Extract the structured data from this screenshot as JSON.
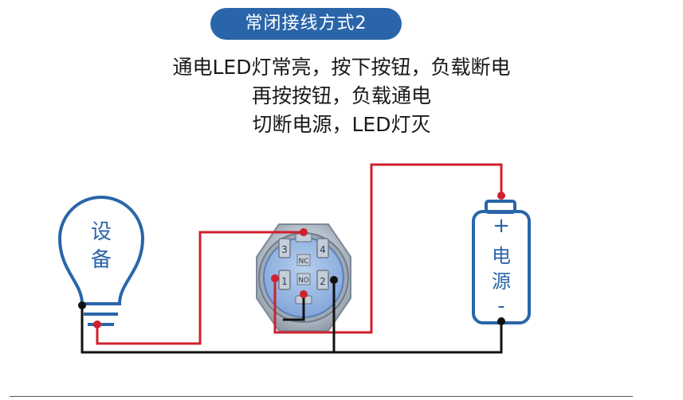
{
  "title": "常闭接线方式2",
  "description": [
    "通电LED灯常亮，按下按钮，负载断电",
    "再按按钮，负载通电",
    "切断电源，LED灯灭"
  ],
  "device": {
    "label_line1": "设",
    "label_line2": "备",
    "outline_color": "#2a65a9"
  },
  "switch": {
    "terminals": [
      "3",
      "4",
      "1",
      "2"
    ],
    "nc_label": "NC",
    "no_label": "NO",
    "body_color": "#8fb2e3",
    "ring_color": "#b9c4d0"
  },
  "power": {
    "plus": "+",
    "label_line1": "电",
    "label_line2": "源",
    "minus": "-",
    "outline_color": "#2a65a9"
  },
  "colors": {
    "wire_red": "#d0202e",
    "wire_black": "#111111",
    "label_blue": "#2a65a9"
  }
}
